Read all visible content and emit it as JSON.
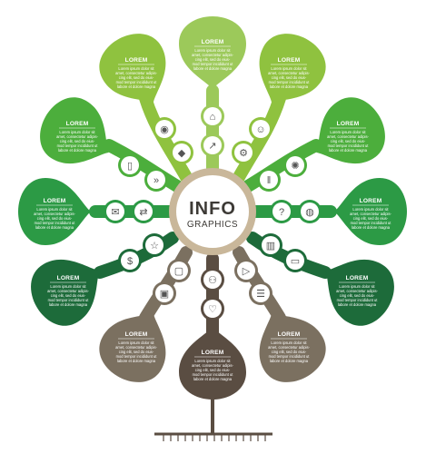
{
  "center": {
    "main": "INFO",
    "sub": "GRAPHICS",
    "ring_color": "#c9b79a"
  },
  "leaves": [
    {
      "id": "top",
      "title": "LOREM",
      "body": [
        "Lorem ipsum dolor sit",
        "amet, consectetur adipis-",
        "cing elit, sed do eius-",
        "mod tempor incididunt ut",
        "labore et dolore magna"
      ],
      "color": "#9cc95a",
      "icon": "house-icon"
    },
    {
      "id": "upper-left",
      "title": "LOREM",
      "body": [
        "Lorem ipsum dolor sit",
        "amet, consectetur adipis-",
        "cing elit, sed do eius-",
        "mod tempor incididunt ut",
        "labore et dolore magna"
      ],
      "color": "#8fc23f",
      "icon": "signal-icon"
    },
    {
      "id": "upper-right",
      "title": "LOREM",
      "body": [
        "Lorem ipsum dolor sit",
        "amet, consectetur adipis-",
        "cing elit, sed do eius-",
        "mod tempor incididunt ut",
        "labore et dolore magna"
      ],
      "color": "#8fc23f",
      "icon": "person-icon"
    },
    {
      "id": "mid-left",
      "title": "LOREM",
      "body": [
        "Lorem ipsum dolor sit",
        "amet, consectetur adipis-",
        "cing elit, sed do eius-",
        "mod tempor incididunt ut",
        "labore et dolore magna"
      ],
      "color": "#4cae3c",
      "icon": "phone-icon"
    },
    {
      "id": "mid-right",
      "title": "LOREM",
      "body": [
        "Lorem ipsum dolor sit",
        "amet, consectetur adipis-",
        "cing elit, sed do eius-",
        "mod tempor incididunt ut",
        "labore et dolore magna"
      ],
      "color": "#4cae3c",
      "icon": "lightbulb-icon"
    },
    {
      "id": "left",
      "title": "LOREM",
      "body": [
        "Lorem ipsum dolor sit",
        "amet, consectetur adipis-",
        "cing elit, sed do eius-",
        "mod tempor incididunt ut",
        "labore et dolore magna"
      ],
      "color": "#2c9a45",
      "icon": "mail-icon"
    },
    {
      "id": "right",
      "title": "LOREM",
      "body": [
        "Lorem ipsum dolor sit",
        "amet, consectetur adipis-",
        "cing elit, sed do eius-",
        "mod tempor incididunt ut",
        "labore et dolore magna"
      ],
      "color": "#2c9a45",
      "icon": "ball-icon"
    },
    {
      "id": "low-left",
      "title": "LOREM",
      "body": [
        "Lorem ipsum dolor sit",
        "amet, consectetur adipis-",
        "cing elit, sed do eius-",
        "mod tempor incididunt ut",
        "labore et dolore magna"
      ],
      "color": "#1d6b3a",
      "icon": "dollar-icon"
    },
    {
      "id": "low-right",
      "title": "LOREM",
      "body": [
        "Lorem ipsum dolor sit",
        "amet, consectetur adipis-",
        "cing elit, sed do eius-",
        "mod tempor incididunt ut",
        "labore et dolore magna"
      ],
      "color": "#1d6b3a",
      "icon": "laptop-icon"
    },
    {
      "id": "bottom-left",
      "title": "LOREM",
      "body": [
        "Lorem ipsum dolor sit",
        "amet, consectetur adipis-",
        "cing elit, sed do eius-",
        "mod tempor incididunt ut",
        "labore et dolore magna"
      ],
      "color": "#7b7060",
      "icon": "briefcase-icon"
    },
    {
      "id": "bottom-right",
      "title": "LOREM",
      "body": [
        "Lorem ipsum dolor sit",
        "amet, consectetur adipis-",
        "cing elit, sed do eius-",
        "mod tempor incididunt ut",
        "labore et dolore magna"
      ],
      "color": "#7b7060",
      "icon": "document-icon"
    },
    {
      "id": "bottom",
      "title": "LOREM",
      "body": [
        "Lorem ipsum dolor sit",
        "amet, consectetur adipis-",
        "cing elit, sed do eius-",
        "mod tempor incididunt ut",
        "labore et dolore magna"
      ],
      "color": "#5a4d42",
      "icon": "heart-icon"
    }
  ],
  "branch_icons": [
    "graduation-cap-icon",
    "chart-up-icon",
    "gear-icon",
    "fast-forward-icon",
    "pause-icon",
    "transfer-icon",
    "question-icon",
    "star-icon",
    "bar-chart-icon",
    "chat-icon",
    "people-icon",
    "play-icon"
  ],
  "ground_color": "#5a4d42"
}
